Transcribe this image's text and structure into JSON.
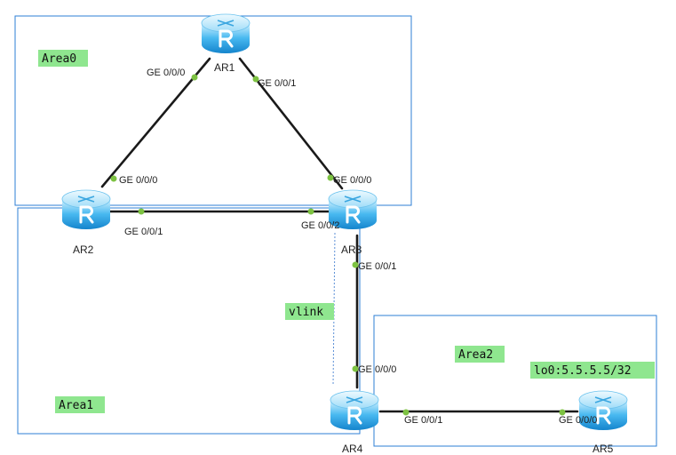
{
  "areas": [
    {
      "id": "area0",
      "label": "Area0"
    },
    {
      "id": "area1",
      "label": "Area1"
    },
    {
      "id": "area2",
      "label": "Area2"
    }
  ],
  "tags": {
    "vlink": "vlink",
    "loopback": "lo0:5.5.5.5/32"
  },
  "routers": [
    {
      "id": "ar1",
      "label": "AR1"
    },
    {
      "id": "ar2",
      "label": "AR2"
    },
    {
      "id": "ar3",
      "label": "AR3"
    },
    {
      "id": "ar4",
      "label": "AR4"
    },
    {
      "id": "ar5",
      "label": "AR5"
    }
  ],
  "links": [
    {
      "id": "ar1-ar2",
      "a_port": "GE 0/0/0",
      "b_port": "GE 0/0/0"
    },
    {
      "id": "ar1-ar3",
      "a_port": "GE 0/0/1",
      "b_port": "GE 0/0/0"
    },
    {
      "id": "ar2-ar3",
      "a_port": "GE 0/0/1",
      "b_port": "GE 0/0/2"
    },
    {
      "id": "ar3-ar4",
      "a_port": "GE 0/0/1",
      "b_port": "GE 0/0/0"
    },
    {
      "id": "ar4-ar5",
      "a_port": "GE 0/0/1",
      "b_port": "GE 0/0/0"
    }
  ],
  "colors": {
    "area_border": "#2e7fd6",
    "tag_fill": "#8fe68f",
    "link": "#1a1a1a",
    "port_dot": "#7dc242",
    "router_light": "#bfe8ff",
    "router_dark": "#1e9ae0"
  },
  "icons": {
    "router": "router-icon"
  }
}
